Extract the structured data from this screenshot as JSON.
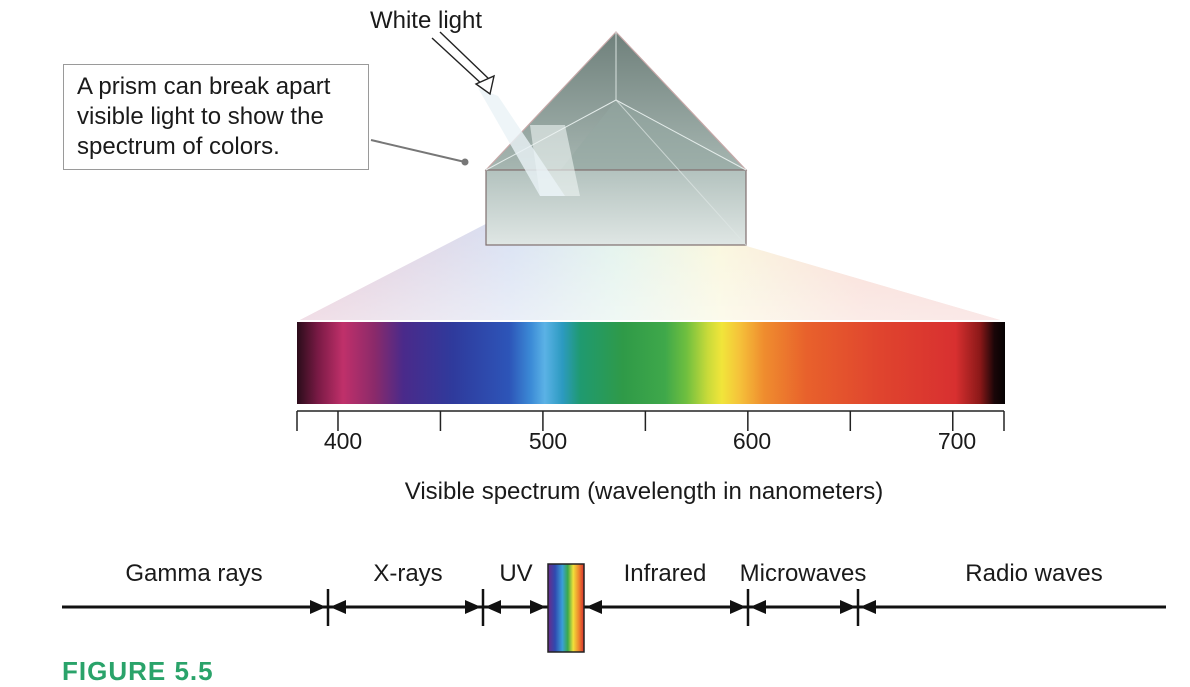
{
  "title_arrow_label": "White light",
  "callout": {
    "lines": [
      "A prism can break apart",
      "visible light to show the",
      "spectrum of colors."
    ]
  },
  "spectrum_axis": {
    "title": "Visible spectrum (wavelength in nanometers)",
    "tick_labels": [
      "400",
      "500",
      "600",
      "700"
    ],
    "range_nm": [
      380,
      725
    ],
    "major_ticks_nm": [
      400,
      450,
      500,
      550,
      600,
      650,
      700
    ]
  },
  "em_spectrum": {
    "regions": [
      "Gamma rays",
      "X-rays",
      "UV",
      "Infrared",
      "Microwaves",
      "Radio waves"
    ]
  },
  "figure_caption": "FIGURE 5.5",
  "colors": {
    "accent_caption": "#2aa36a",
    "prism_glass": "#8fa29c"
  }
}
